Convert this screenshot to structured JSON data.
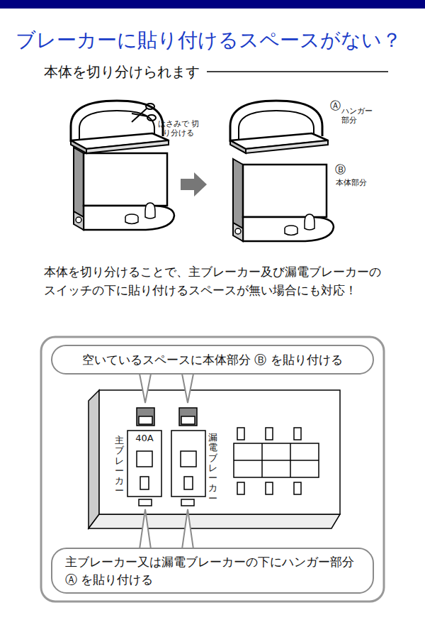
{
  "diagram": {
    "title": "ブレーカーに貼り付けるスペースがない？",
    "nodes": [
      {
        "text": [
          "空いているスペースに本体部分 Ⓑ を貼り付ける"
        ]
      },
      {
        "text": [
          "主ブレーカー又は漏電ブレーカーの下にハンガー部分 Ⓐ を貼り付ける"
        ]
      }
    ],
    "labels": [
      "本体を切り分けられます",
      "はさみで 切り分ける",
      "Ⓐ",
      "ハンガー 部分",
      "Ⓑ",
      "本体部分",
      "本体を切り分けることで、主ブレーカー及び漏電ブレーカーのスイッチの下に貼り付けるスペースが無い場合にも対応！",
      "40A",
      "主ブレーカー",
      "漏電ブレーカー"
    ]
  }
}
